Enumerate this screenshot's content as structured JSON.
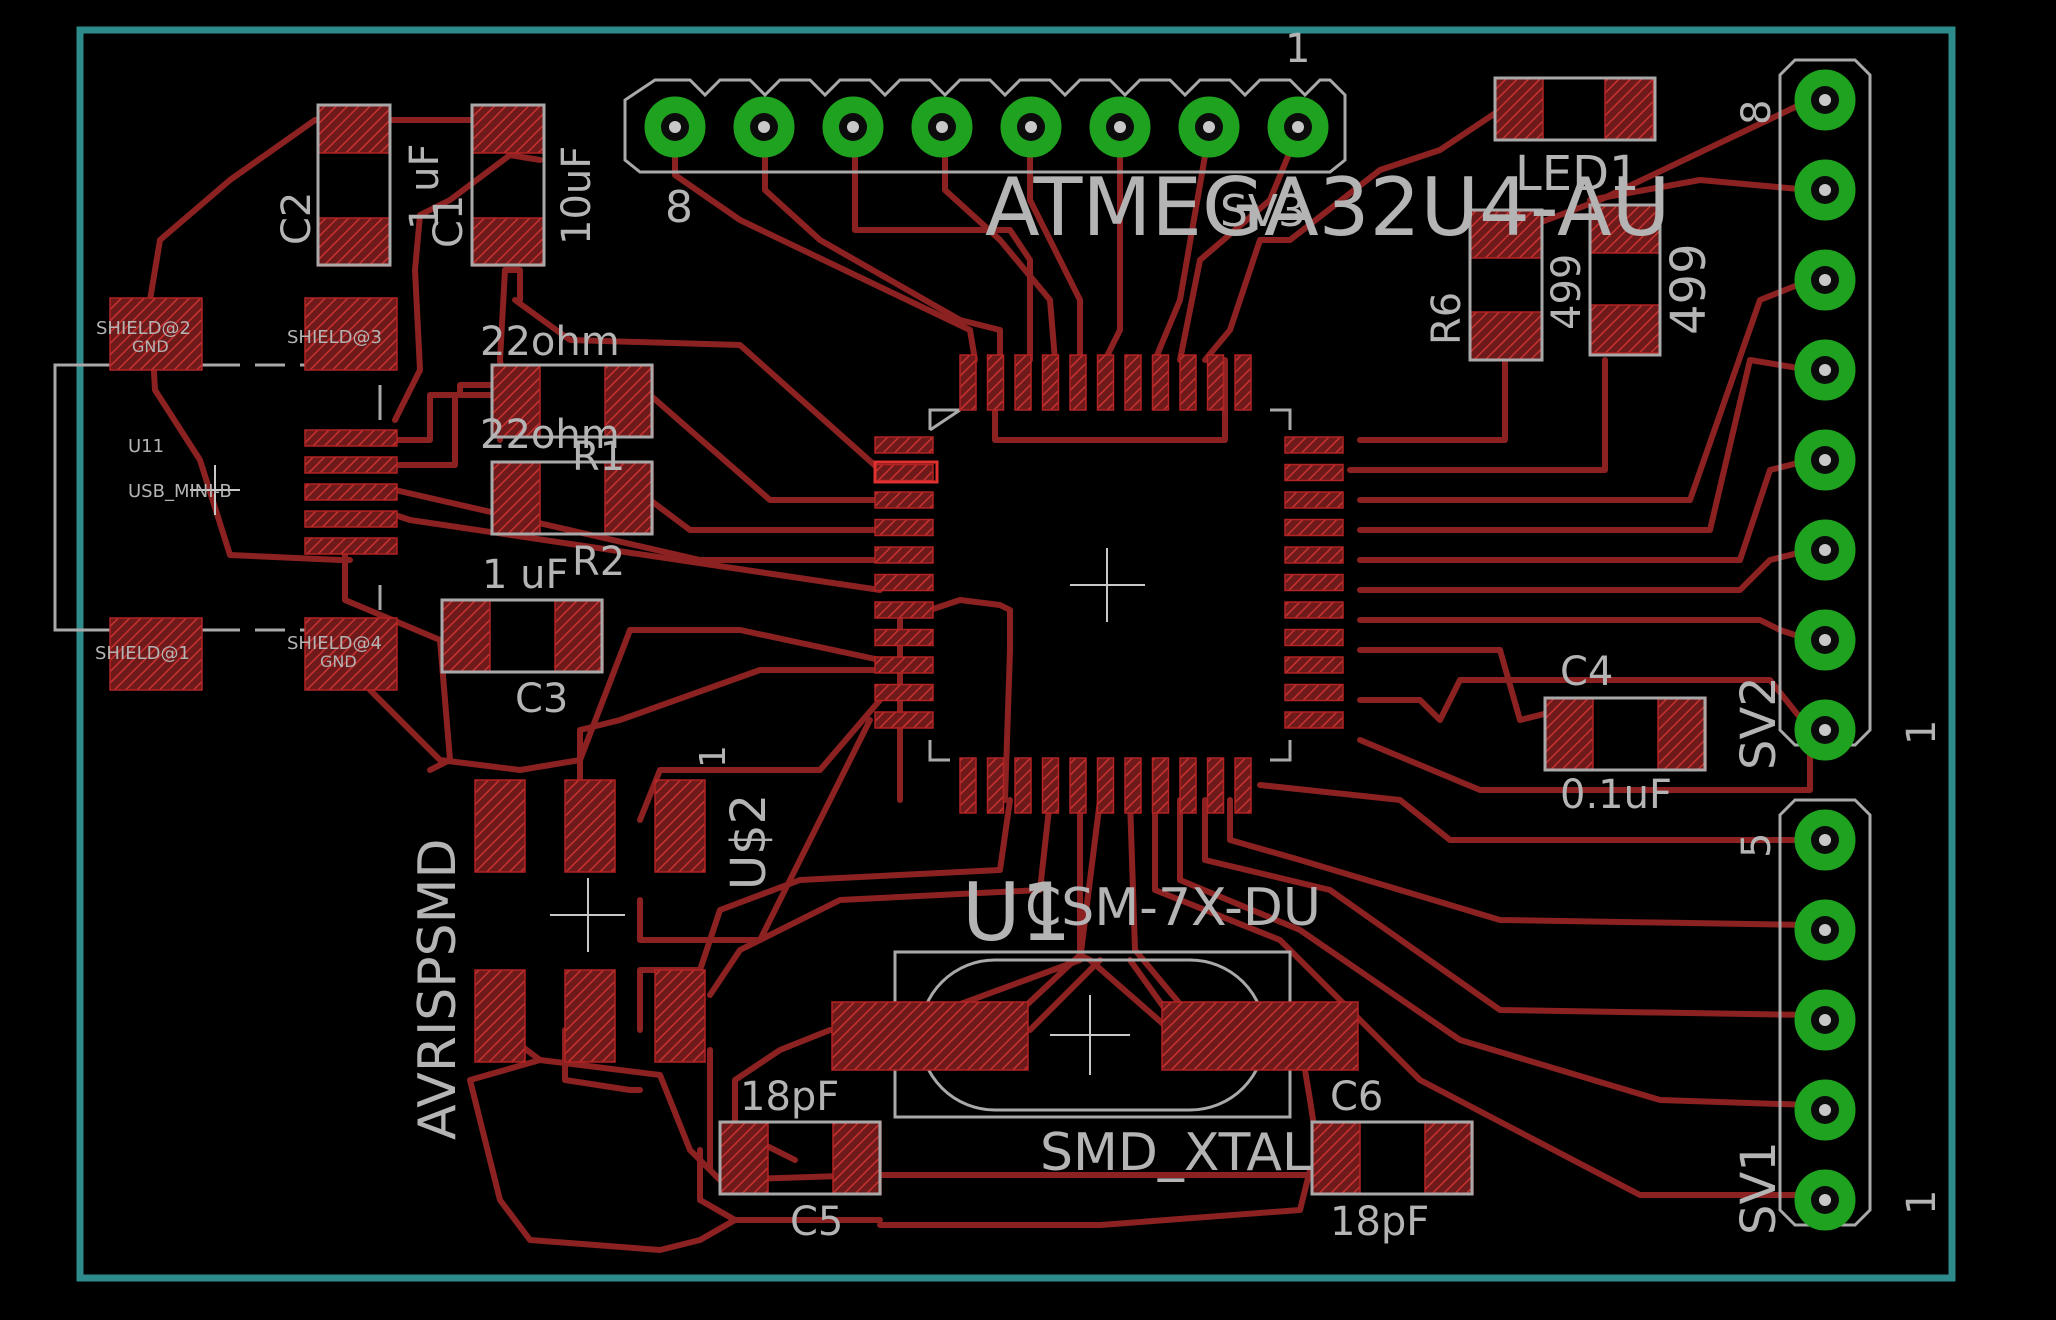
{
  "board": {
    "border_color": "#2e8b8b",
    "trace_color": "#8c2121",
    "pad_color": "#b32323",
    "pin_color": "#1fa21f",
    "silk_color": "#b4b4b4"
  },
  "labels": {
    "mcu_value": "ATMEGA32U4-AU",
    "mcu_name": "U1",
    "xtal_value": "CSM-7X-DU",
    "xtal_pkg": "SMD_XTAL",
    "isp_name": "AVRISPSMD",
    "isp_ref": "U$2",
    "isp_pin1": "1",
    "usb_name": "U11",
    "usb_value": "USB_MINI-B",
    "shield2": "SHIELD@2",
    "shield2_gnd": "GND",
    "shield3": "SHIELD@3",
    "shield1": "SHIELD@1",
    "shield4": "SHIELD@4",
    "shield4_gnd": "GND",
    "c1": "C1",
    "c1_val": "10uF",
    "c2": "C2",
    "c2_val": "1 uF",
    "c3": "C3",
    "c3_val": "1 uF",
    "c4": "C4",
    "c4_val": "0.1uF",
    "c5": "C5",
    "c5_val": "18pF",
    "c6": "C6",
    "c6_val": "18pF",
    "r1": "R1",
    "r1_val": "22ohm",
    "r2": "R2",
    "r2_val": "22ohm",
    "r6": "R6",
    "r6_val": "499",
    "r_led_val": "499",
    "led": "LED1",
    "sv1": "SV1",
    "sv1_pin1": "1",
    "sv1_pin5": "5",
    "sv2": "SV2",
    "sv2_pin1": "1",
    "sv2_pin8": "8",
    "sv3": "SV3",
    "sv3_pin1": "1",
    "sv3_pin8": "8"
  }
}
